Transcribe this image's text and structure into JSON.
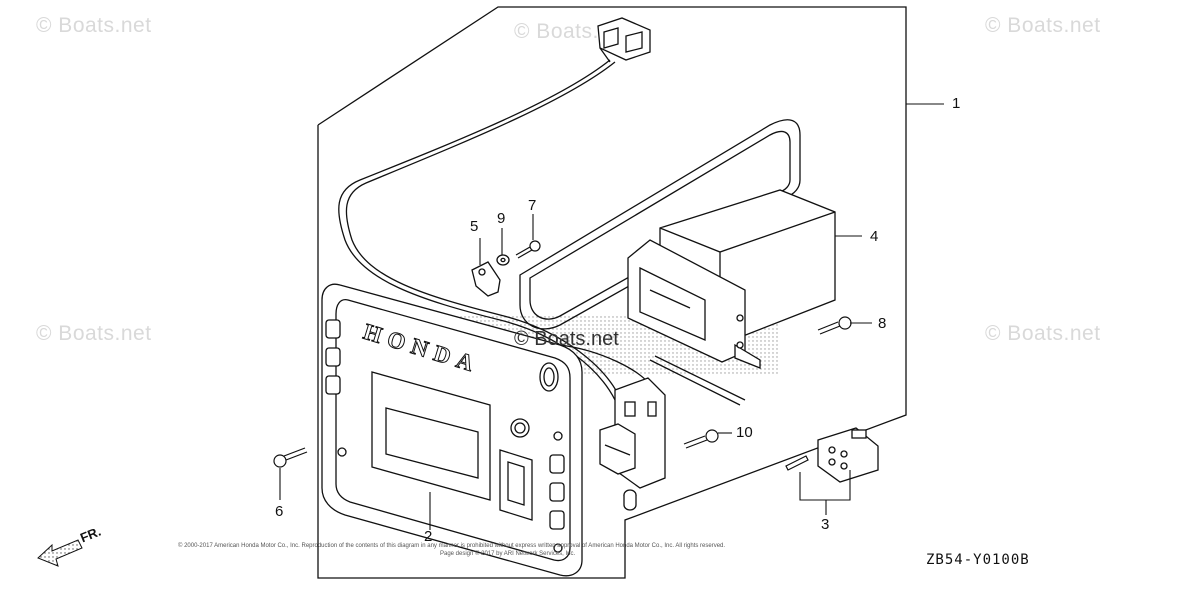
{
  "watermarks": {
    "top_left": "© Boats.net",
    "top_center": "© Boats.net",
    "top_right": "© Boats.net",
    "mid_left": "© Boats.net",
    "mid_right": "© Boats.net",
    "center": "© Boats.net"
  },
  "callouts": {
    "c1": "1",
    "c2": "2",
    "c3": "3",
    "c4": "4",
    "c5": "5",
    "c6": "6",
    "c7": "7",
    "c8": "8",
    "c9": "9",
    "c10": "10"
  },
  "brand_text": "HONDA",
  "direction_label": "FR.",
  "diagram_code": "ZB54-Y0100B",
  "copyright_line1": "© 2000-2017 American Honda Motor Co., Inc. Reproduction of the contents of this diagram in any manner is prohibited without express written approval of American Honda Motor Co., Inc. All rights reserved.",
  "copyright_line2": "Page design © 2017 by ARI Network Services, Inc."
}
